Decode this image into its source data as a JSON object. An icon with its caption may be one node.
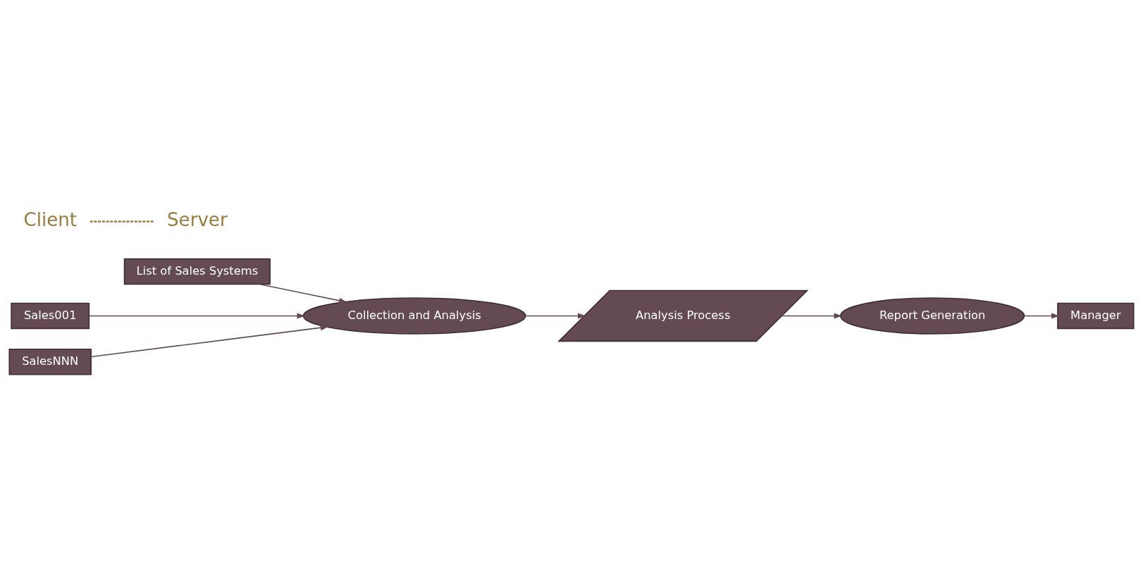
{
  "diagram": {
    "nodes": [
      {
        "text": [
          "List of Sales Systems"
        ]
      },
      {
        "text": [
          "Sales001"
        ]
      },
      {
        "text": [
          "SalesNNN"
        ]
      },
      {
        "text": [
          "Collection and Analysis"
        ]
      },
      {
        "text": [
          "Analysis Process"
        ]
      },
      {
        "text": [
          "Report Generation"
        ]
      },
      {
        "text": [
          "Manager"
        ]
      }
    ],
    "edges": [
      {
        "from": 0,
        "to": 3,
        "arrow": "to"
      },
      {
        "from": 1,
        "to": 3,
        "arrow": "to"
      },
      {
        "from": 2,
        "to": 3,
        "arrow": "to"
      },
      {
        "from": 3,
        "to": 4,
        "arrow": "to"
      },
      {
        "from": 4,
        "to": 5,
        "arrow": "to"
      },
      {
        "from": 5,
        "to": 6,
        "arrow": "to"
      }
    ],
    "labels": [
      "Client",
      "Server"
    ]
  }
}
